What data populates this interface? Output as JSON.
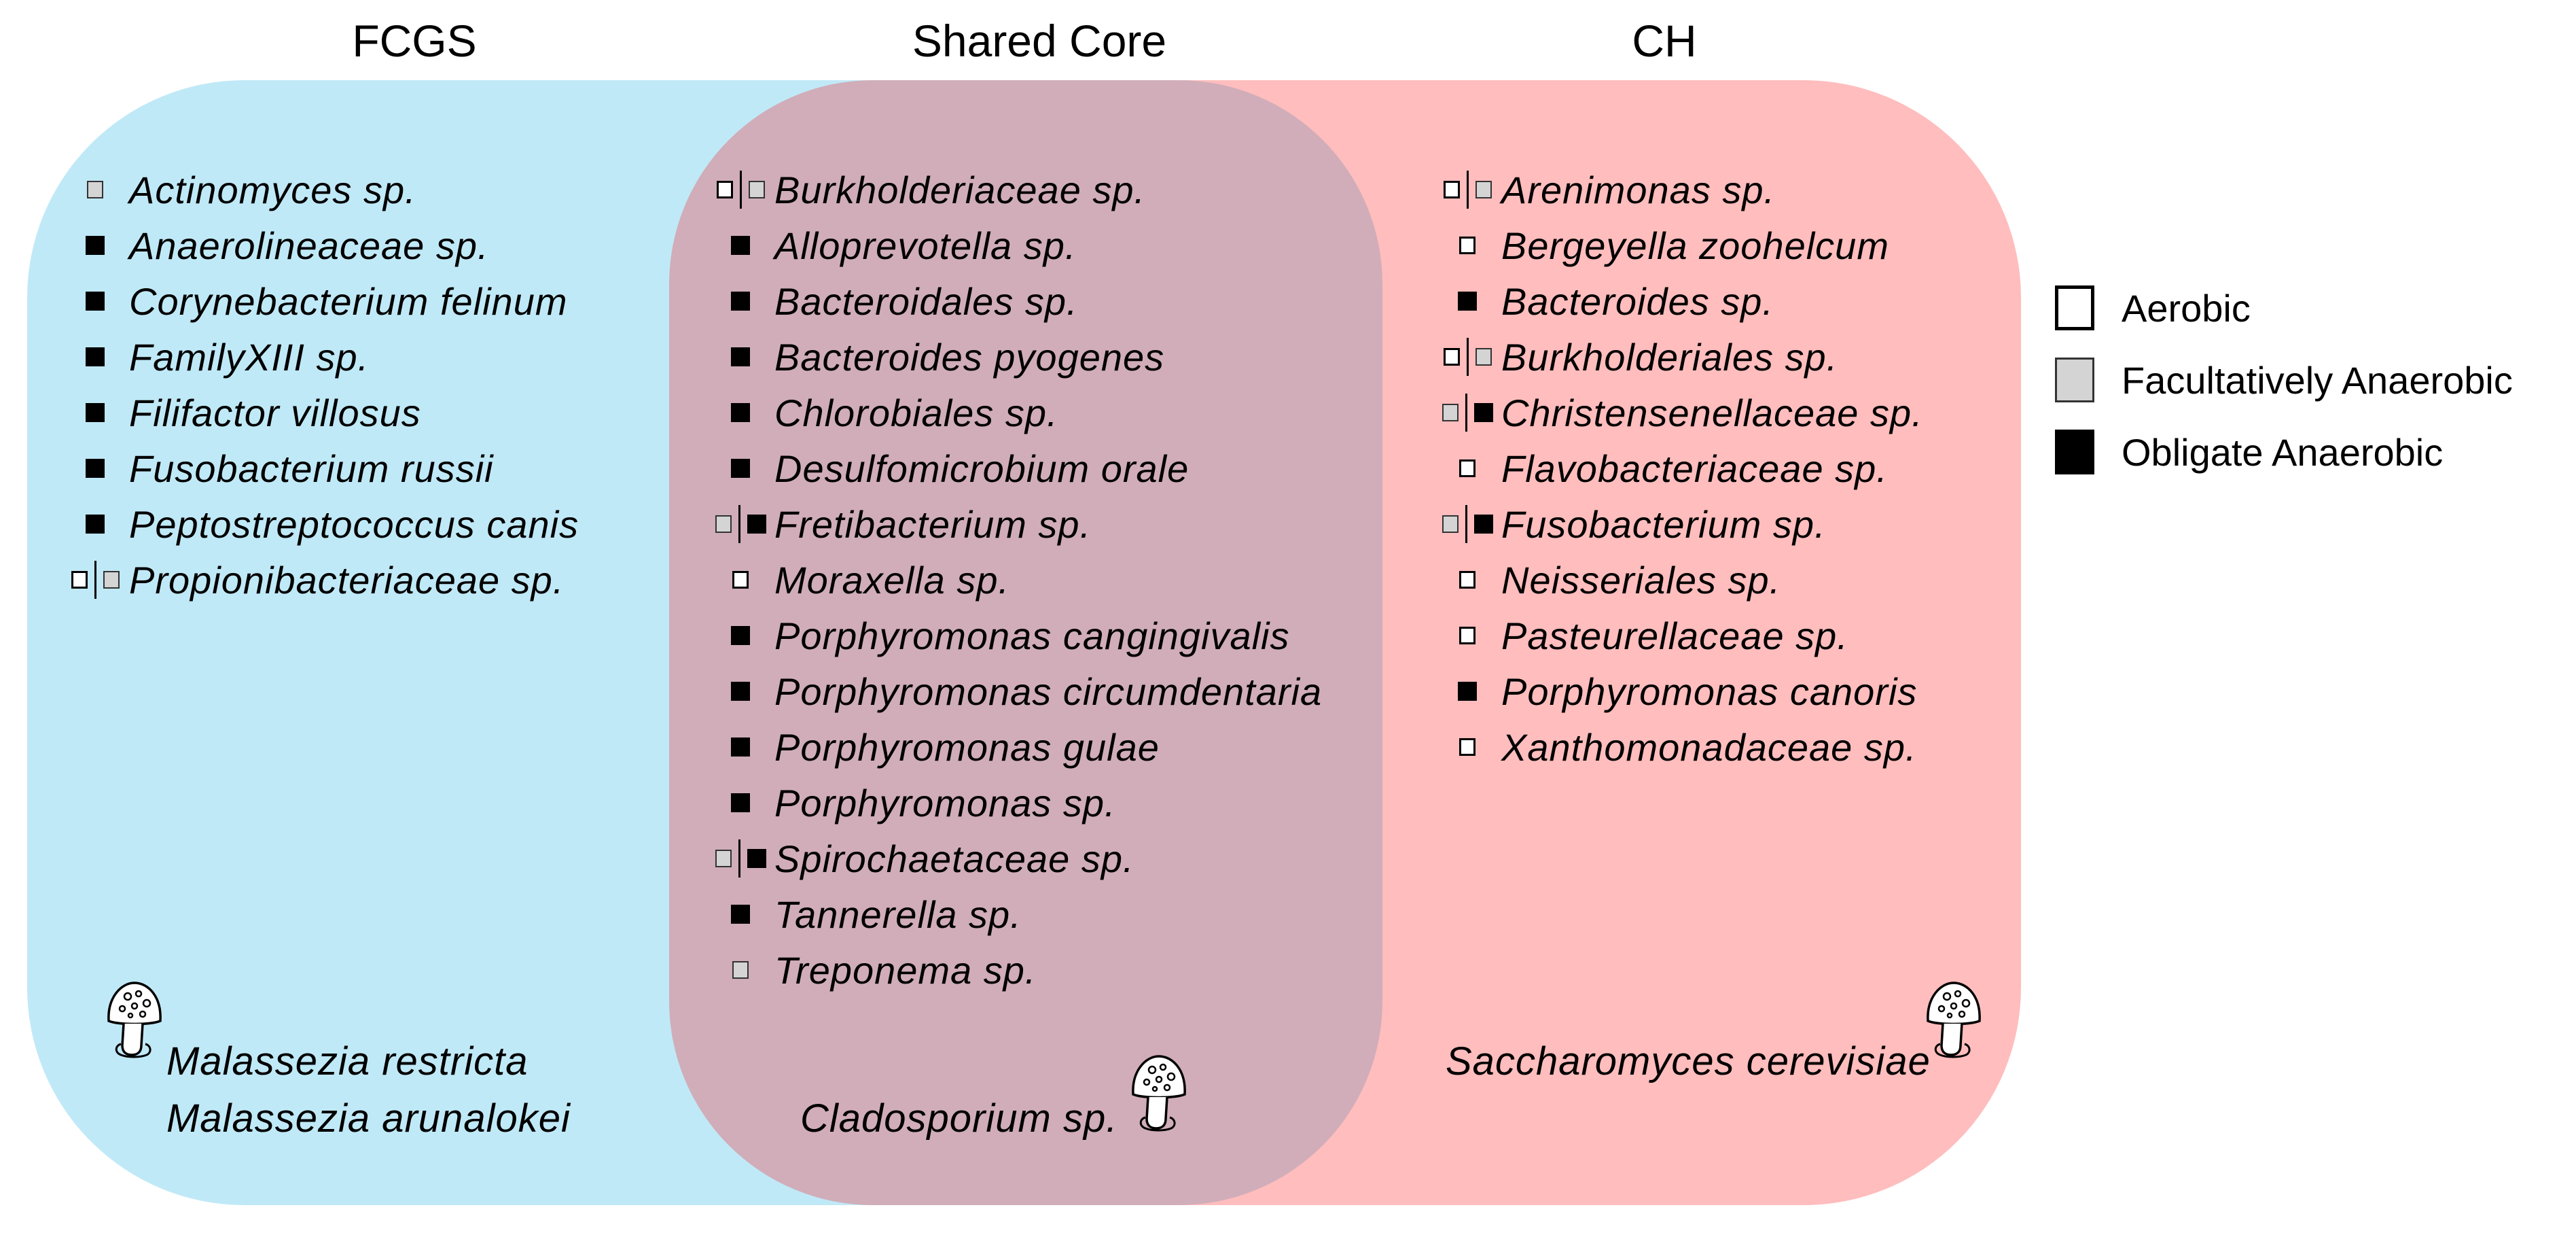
{
  "headers": {
    "left": "FCGS",
    "center": "Shared Core",
    "right": "CH"
  },
  "colors": {
    "fcgs_region": "#c0e9f7",
    "shared_region": "#d0adb9",
    "ch_region": "#ffbdbd"
  },
  "legend": [
    {
      "type": "aerobic",
      "label": "Aerobic"
    },
    {
      "type": "facultative",
      "label": "Facultatively Anaerobic"
    },
    {
      "type": "obligate",
      "label": "Obligate Anaerobic"
    }
  ],
  "fcgs": {
    "species": [
      {
        "name": "Actinomyces sp.",
        "oxygen": [
          "facultative"
        ]
      },
      {
        "name": "Anaerolineaceae sp.",
        "oxygen": [
          "obligate"
        ]
      },
      {
        "name": "Corynebacterium felinum",
        "oxygen": [
          "obligate"
        ]
      },
      {
        "name": "FamilyXIII sp.",
        "oxygen": [
          "obligate"
        ]
      },
      {
        "name": "Filifactor villosus",
        "oxygen": [
          "obligate"
        ]
      },
      {
        "name": "Fusobacterium russii",
        "oxygen": [
          "obligate"
        ]
      },
      {
        "name": "Peptostreptococcus canis",
        "oxygen": [
          "obligate"
        ]
      },
      {
        "name": "Propionibacteriaceae sp.",
        "oxygen": [
          "aerobic",
          "facultative"
        ]
      }
    ],
    "fungi": [
      "Malassezia restricta",
      "Malassezia arunalokei"
    ]
  },
  "shared": {
    "species": [
      {
        "name": "Burkholderiaceae sp.",
        "oxygen": [
          "aerobic",
          "facultative"
        ]
      },
      {
        "name": "Alloprevotella sp.",
        "oxygen": [
          "obligate"
        ]
      },
      {
        "name": "Bacteroidales sp.",
        "oxygen": [
          "obligate"
        ]
      },
      {
        "name": "Bacteroides pyogenes",
        "oxygen": [
          "obligate"
        ]
      },
      {
        "name": "Chlorobiales sp.",
        "oxygen": [
          "obligate"
        ]
      },
      {
        "name": "Desulfomicrobium orale",
        "oxygen": [
          "obligate"
        ]
      },
      {
        "name": "Fretibacterium sp.",
        "oxygen": [
          "facultative",
          "obligate"
        ]
      },
      {
        "name": "Moraxella sp.",
        "oxygen": [
          "aerobic"
        ]
      },
      {
        "name": "Porphyromonas cangingivalis",
        "oxygen": [
          "obligate"
        ]
      },
      {
        "name": "Porphyromonas circumdentaria",
        "oxygen": [
          "obligate"
        ]
      },
      {
        "name": "Porphyromonas gulae",
        "oxygen": [
          "obligate"
        ]
      },
      {
        "name": "Porphyromonas sp.",
        "oxygen": [
          "obligate"
        ]
      },
      {
        "name": "Spirochaetaceae sp.",
        "oxygen": [
          "facultative",
          "obligate"
        ]
      },
      {
        "name": "Tannerella sp.",
        "oxygen": [
          "obligate"
        ]
      },
      {
        "name": "Treponema sp.",
        "oxygen": [
          "facultative"
        ]
      }
    ],
    "fungi": [
      "Cladosporium sp."
    ]
  },
  "ch": {
    "species": [
      {
        "name": "Arenimonas sp.",
        "oxygen": [
          "aerobic",
          "facultative"
        ]
      },
      {
        "name": "Bergeyella zoohelcum",
        "oxygen": [
          "aerobic"
        ]
      },
      {
        "name": "Bacteroides sp.",
        "oxygen": [
          "obligate"
        ]
      },
      {
        "name": "Burkholderiales sp.",
        "oxygen": [
          "aerobic",
          "facultative"
        ]
      },
      {
        "name": "Christensenellaceae sp.",
        "oxygen": [
          "facultative",
          "obligate"
        ]
      },
      {
        "name": "Flavobacteriaceae sp.",
        "oxygen": [
          "aerobic"
        ]
      },
      {
        "name": "Fusobacterium sp.",
        "oxygen": [
          "facultative",
          "obligate"
        ]
      },
      {
        "name": "Neisseriales sp.",
        "oxygen": [
          "aerobic"
        ]
      },
      {
        "name": "Pasteurellaceae sp.",
        "oxygen": [
          "aerobic"
        ]
      },
      {
        "name": "Porphyromonas canoris",
        "oxygen": [
          "obligate"
        ]
      },
      {
        "name": "Xanthomonadaceae sp.",
        "oxygen": [
          "aerobic"
        ]
      }
    ],
    "fungi": [
      "Saccharomyces cerevisiae"
    ]
  }
}
